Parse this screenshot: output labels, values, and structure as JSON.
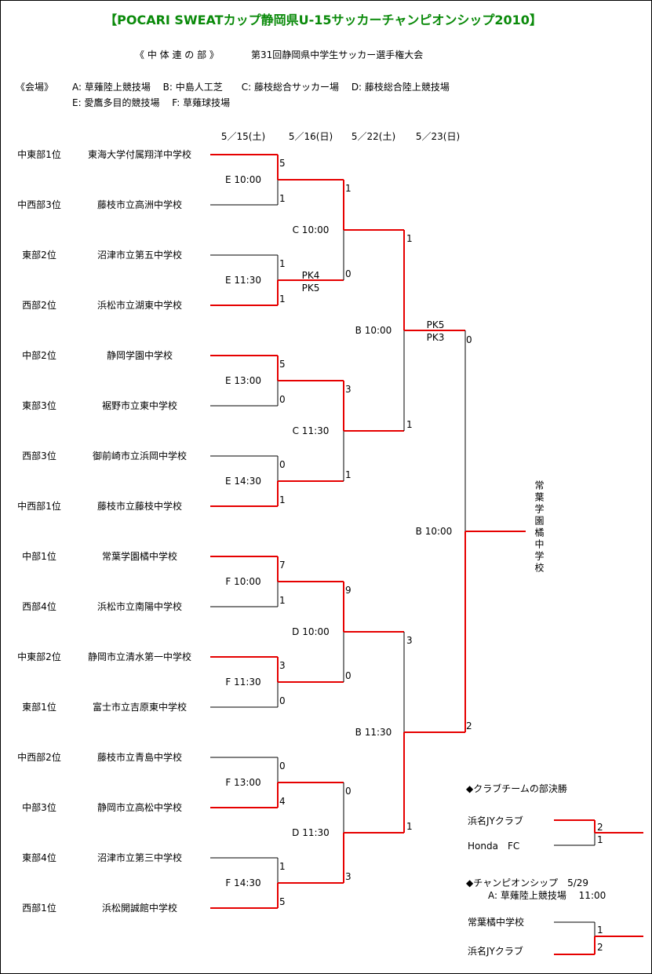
{
  "title": "【POCARI  SWEATカップ静岡県U-15サッカーチャンピオンシップ2010】",
  "subtitle_section": "《 中 体 連 の 部 》",
  "subtitle_event": "第31回静岡県中学生サッカー選手権大会",
  "venue_label": "《会場》",
  "venues_line1": "A: 草薙陸上競技場　 B: 中島人工芝　　C: 藤枝総合サッカー場　 D: 藤枝総合陸上競技場",
  "venues_line2": "E: 愛鷹多目的競技場　 F: 草薙球技場",
  "dates": [
    "5／15(土)",
    "5／16(日)",
    "5／22(土)",
    "5／23(日)"
  ],
  "teams": [
    {
      "seed": "中東部1位",
      "name": "東海大学付属翔洋中学校"
    },
    {
      "seed": "中西部3位",
      "name": "藤枝市立高洲中学校"
    },
    {
      "seed": "東部2位",
      "name": "沼津市立第五中学校"
    },
    {
      "seed": "西部2位",
      "name": "浜松市立湖東中学校"
    },
    {
      "seed": "中部2位",
      "name": "静岡学園中学校"
    },
    {
      "seed": "東部3位",
      "name": "裾野市立東中学校"
    },
    {
      "seed": "西部3位",
      "name": "御前崎市立浜岡中学校"
    },
    {
      "seed": "中西部1位",
      "name": "藤枝市立藤枝中学校"
    },
    {
      "seed": "中部1位",
      "name": "常葉学園橘中学校"
    },
    {
      "seed": "西部4位",
      "name": "浜松市立南陽中学校"
    },
    {
      "seed": "中東部2位",
      "name": "静岡市立清水第一中学校"
    },
    {
      "seed": "東部1位",
      "name": "富士市立吉原東中学校"
    },
    {
      "seed": "中西部2位",
      "name": "藤枝市立青島中学校"
    },
    {
      "seed": "中部3位",
      "name": "静岡市立高松中学校"
    },
    {
      "seed": "東部4位",
      "name": "沼津市立第三中学校"
    },
    {
      "seed": "西部1位",
      "name": "浜松開誠館中学校"
    }
  ],
  "r1_matches": [
    {
      "time": "E 10:00",
      "score_top": "5",
      "score_bottom": "1",
      "pk": null
    },
    {
      "time": "E 11:30",
      "score_top": "1",
      "score_bottom": "1",
      "pk": [
        "PK4",
        "PK5"
      ]
    },
    {
      "time": "E 13:00",
      "score_top": "5",
      "score_bottom": "0",
      "pk": null
    },
    {
      "time": "E 14:30",
      "score_top": "0",
      "score_bottom": "1",
      "pk": null
    },
    {
      "time": "F 10:00",
      "score_top": "7",
      "score_bottom": "1",
      "pk": null
    },
    {
      "time": "F 11:30",
      "score_top": "3",
      "score_bottom": "0",
      "pk": null
    },
    {
      "time": "F 13:00",
      "score_top": "0",
      "score_bottom": "4",
      "pk": null
    },
    {
      "time": "F 14:30",
      "score_top": "1",
      "score_bottom": "5",
      "pk": null
    }
  ],
  "r2_matches": [
    {
      "time": "C 10:00",
      "score_top": "1",
      "score_bottom": "0"
    },
    {
      "time": "C 11:30",
      "score_top": "3",
      "score_bottom": "1"
    },
    {
      "time": "D 10:00",
      "score_top": "9",
      "score_bottom": "0"
    },
    {
      "time": "D 11:30",
      "score_top": "0",
      "score_bottom": "3"
    }
  ],
  "sf_matches": [
    {
      "time": "B 10:00",
      "score_top": "1",
      "score_bottom": "1",
      "pk": [
        "PK5",
        "PK3"
      ]
    },
    {
      "time": "B 11:30",
      "score_top": "3",
      "score_bottom": "1",
      "pk": null
    }
  ],
  "final": {
    "time": "B 10:00",
    "score_top": "0",
    "score_bottom": "2"
  },
  "champion": "常葉学園橘中学校",
  "club_section": {
    "heading": "◆クラブチームの部決勝",
    "team_top": "浜名JYクラブ",
    "score_top": "2",
    "team_bottom": "Honda　FC",
    "score_bottom": "1"
  },
  "championship_section": {
    "heading": "◆チャンピオンシップ　5/29",
    "venue": "A: 草薙陸上競技場　 11:00",
    "team_top": "常葉橘中学校",
    "score_top": "1",
    "team_bottom": "浜名JYクラブ",
    "score_bottom": "2"
  },
  "colors": {
    "winner_line": "#e60000",
    "loser_line": "#000000",
    "title": "#0a8a0a"
  }
}
